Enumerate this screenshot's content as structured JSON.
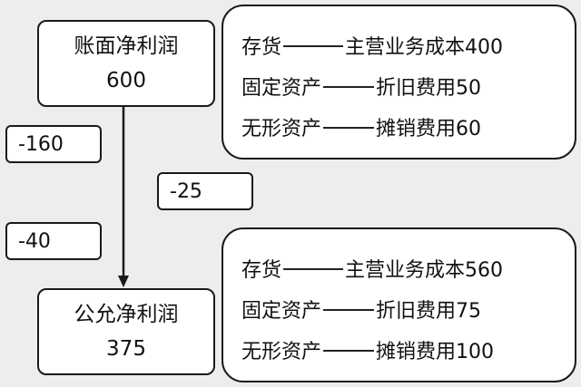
{
  "book_profit": {
    "label": "账面净利润",
    "value": "600"
  },
  "fair_profit": {
    "label": "公允净利润",
    "value": "375"
  },
  "adjustments": [
    "-160",
    "-25",
    "-40"
  ],
  "book_details": [
    {
      "asset": "存货",
      "item": "主营业务成本400"
    },
    {
      "asset": "固定资产",
      "item": "折旧费用50"
    },
    {
      "asset": "无形资产",
      "item": "摊销费用60"
    }
  ],
  "fair_details": [
    {
      "asset": "存货",
      "item": "主营业务成本560"
    },
    {
      "asset": "固定资产",
      "item": "折旧费用75"
    },
    {
      "asset": "无形资产",
      "item": "摊销费用100"
    }
  ]
}
